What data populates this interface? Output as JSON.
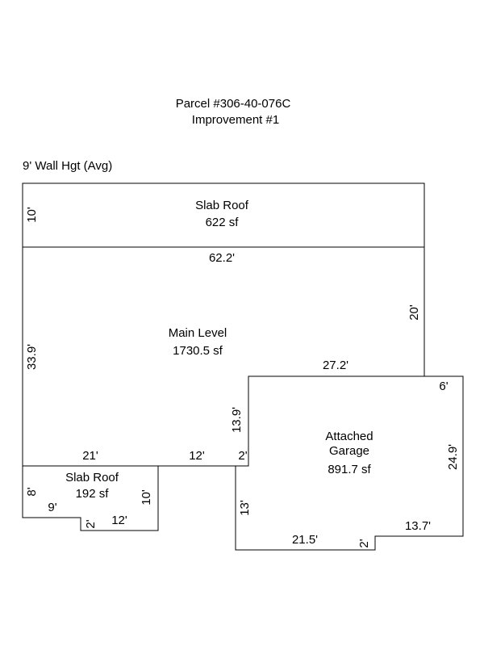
{
  "header": {
    "parcel": "Parcel #306-40-076C",
    "improvement": "Improvement #1"
  },
  "wall_height": "9' Wall Hgt (Avg)",
  "areas": {
    "slab_roof_top": {
      "name": "Slab Roof",
      "area": "622 sf"
    },
    "main_level": {
      "name": "Main Level",
      "area": "1730.5 sf"
    },
    "garage": {
      "name_line1": "Attached",
      "name_line2": "Garage",
      "area": "891.7 sf"
    },
    "slab_roof_small": {
      "name": "Slab Roof",
      "area": "192 sf"
    }
  },
  "dimensions": {
    "top_left": "10'",
    "top_width": "62.2'",
    "main_right": "20'",
    "main_left": "33.9'",
    "garage_top": "27.2'",
    "garage_right_top": "6'",
    "main_step": "13.9'",
    "main_bottom_left": "21'",
    "main_bottom_mid": "12'",
    "main_bottom_right": "2'",
    "garage_right": "24.9'",
    "garage_left": "13'",
    "garage_bottom_right": "13.7'",
    "garage_bottom_step": "2'",
    "garage_bottom_left": "21.5'",
    "slab_left": "8'",
    "slab_bottom_left": "9'",
    "slab_step": "2'",
    "slab_bottom_right": "12'",
    "slab_right": "10'"
  }
}
